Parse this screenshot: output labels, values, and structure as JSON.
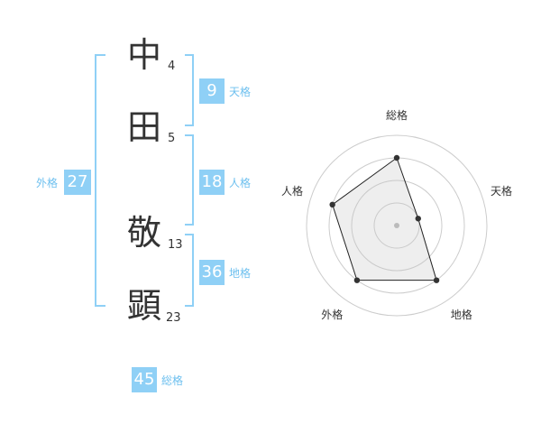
{
  "name": {
    "chars": [
      {
        "char": "中",
        "strokes": "4"
      },
      {
        "char": "田",
        "strokes": "5"
      },
      {
        "char": "敬",
        "strokes": "13"
      },
      {
        "char": "顕",
        "strokes": "23"
      }
    ]
  },
  "fortune": {
    "tenkaku": {
      "value": "9",
      "label": "天格"
    },
    "jinkaku": {
      "value": "18",
      "label": "人格"
    },
    "chikaku": {
      "value": "36",
      "label": "地格"
    },
    "gaikaku": {
      "value": "27",
      "label": "外格"
    },
    "soukaku": {
      "value": "45",
      "label": "総格"
    }
  },
  "colors": {
    "accent": "#8fd0f6",
    "accent_text": "#6ec0ef",
    "text": "#333333",
    "grid": "#cccccc"
  },
  "chart_data": {
    "type": "radar",
    "axes": [
      "総格",
      "天格",
      "地格",
      "外格",
      "人格"
    ],
    "levels": 4,
    "range": [
      0,
      4
    ],
    "series": [
      {
        "values": [
          3,
          1,
          3,
          3,
          3
        ]
      }
    ]
  }
}
